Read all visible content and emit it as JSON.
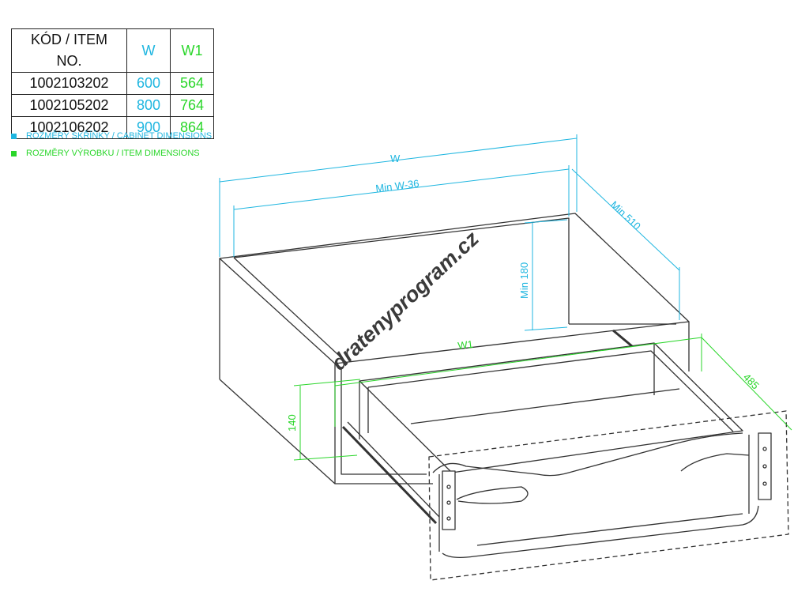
{
  "table": {
    "headers": {
      "code": "KÓD / ITEM NO.",
      "w": "W",
      "w1": "W1"
    },
    "rows": [
      {
        "code": "1002103202",
        "w": "600",
        "w1": "564"
      },
      {
        "code": "1002105202",
        "w": "800",
        "w1": "764"
      },
      {
        "code": "1002106202",
        "w": "900",
        "w1": "864"
      }
    ]
  },
  "legend": {
    "cabinet": "ROZMĚRY SKŘÍŇKY / CABINET DIMENSIONS",
    "item": "ROZMĚRY VÝROBKU / ITEM DIMENSIONS"
  },
  "dimensions": {
    "w": "W",
    "min_w": "Min W-36",
    "min_depth": "Min 510",
    "min_height": "Min 180",
    "w1": "W1",
    "depth": "485",
    "height": "140"
  },
  "watermark": "dratenyprogram.cz",
  "colors": {
    "cabinet": "#1fb6e0",
    "item": "#2ad62a",
    "line": "#333333"
  }
}
